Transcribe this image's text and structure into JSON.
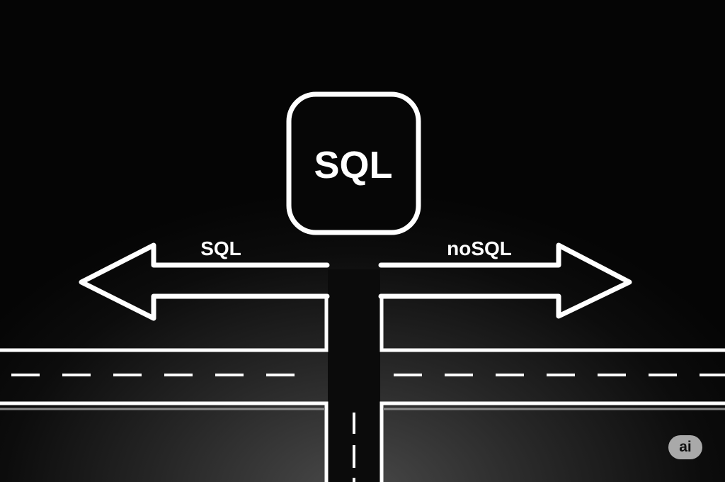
{
  "center_box": {
    "label": "SQL"
  },
  "left_arrow": {
    "label": "SQL"
  },
  "right_arrow": {
    "label": "noSQL"
  },
  "watermark": {
    "label": "ai"
  },
  "colors": {
    "stroke": "#ffffff",
    "background": "#000000",
    "badge": "#a9a9a9"
  }
}
